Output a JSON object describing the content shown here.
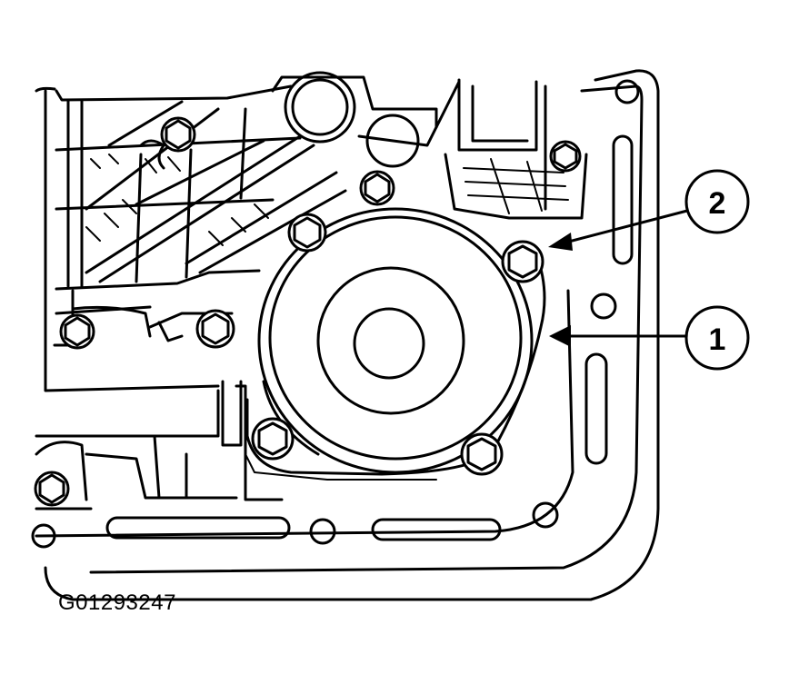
{
  "figure_code": "G01293247",
  "callouts": [
    {
      "number": "1",
      "points_to": "gasket"
    },
    {
      "number": "2",
      "points_to": "bolt"
    }
  ],
  "colors": {
    "ink": "#000000",
    "background": "#ffffff"
  }
}
